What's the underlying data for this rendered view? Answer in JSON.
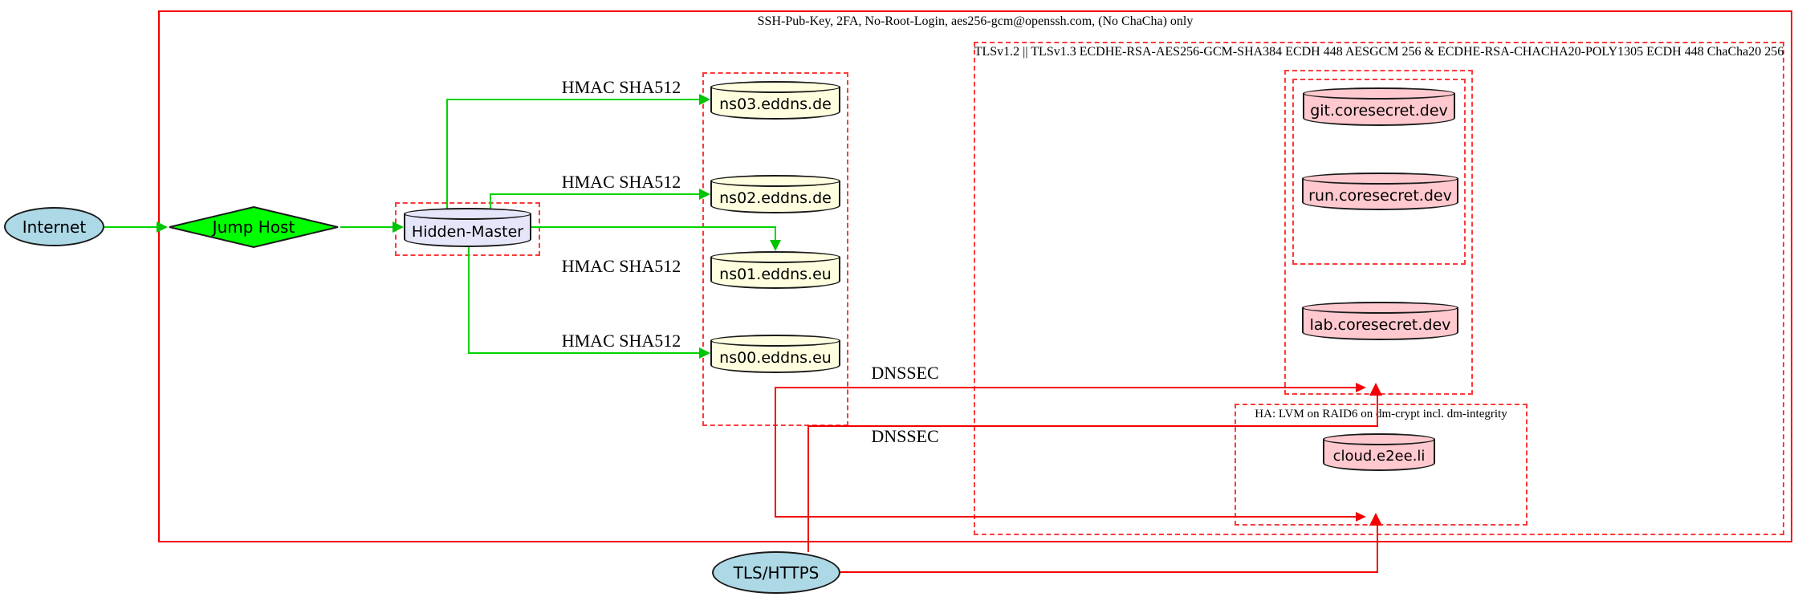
{
  "clusters": {
    "ssh_label": "SSH-Pub-Key, 2FA, No-Root-Login, aes256-gcm@openssh.com, (No ChaCha) only",
    "tls_label": "TLSv1.2 || TLSv1.3 ECDHE-RSA-AES256-GCM-SHA384 ECDH 448 AESGCM 256 & ECDHE-RSA-CHACHA20-POLY1305 ECDH 448 ChaCha20 256",
    "ha_label": "HA: LVM on RAID6 on dm-crypt incl. dm-integrity"
  },
  "nodes": {
    "internet": "Internet",
    "jump_host": "Jump Host",
    "hidden_master": "Hidden-Master",
    "ns03": "ns03.eddns.de",
    "ns02": "ns02.eddns.de",
    "ns01": "ns01.eddns.eu",
    "ns00": "ns00.eddns.eu",
    "git": "git.coresecret.dev",
    "run": "run.coresecret.dev",
    "lab": "lab.coresecret.dev",
    "cloud": "cloud.e2ee.li",
    "tls_https": "TLS/HTTPS"
  },
  "edge_labels": {
    "hmac_ns03": "HMAC SHA512",
    "hmac_ns02": "HMAC SHA512",
    "hmac_ns01": "HMAC SHA512",
    "hmac_ns00": "HMAC SHA512",
    "dnssec_1": "DNSSEC",
    "dnssec_2": "DNSSEC"
  },
  "colors": {
    "cluster_solid_stroke": "#f40000",
    "cluster_dashed_stroke": "#fb3a3a",
    "green_edge": "#00d400",
    "diamond_fill": "#00ff00",
    "node_blue": "#add8e6",
    "node_lavender": "#e6e6fa",
    "node_yellow": "#ffffe0",
    "node_pink": "#ffc9cf"
  }
}
